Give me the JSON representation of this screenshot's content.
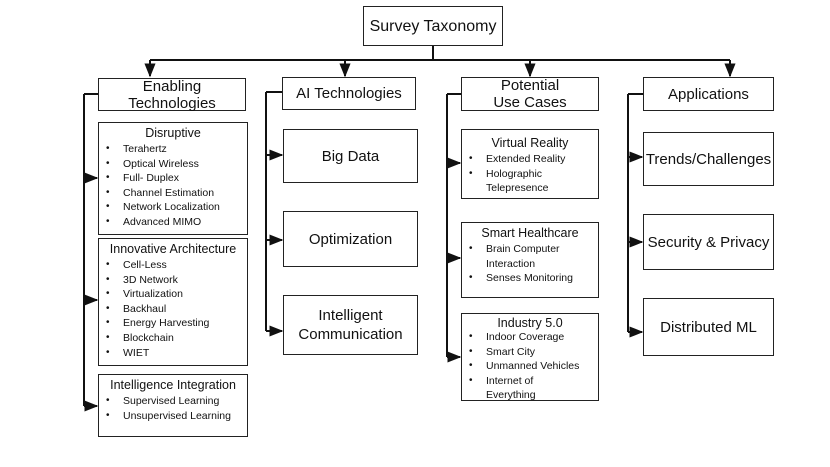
{
  "root": {
    "label": "Survey Taxonomy"
  },
  "columns": [
    {
      "header": "Enabling Technologies",
      "groups": [
        {
          "title": "Disruptive",
          "items": [
            "Terahertz",
            "Optical Wireless",
            "Full- Duplex",
            "Channel Estimation",
            "Network Localization",
            "Advanced MIMO"
          ]
        },
        {
          "title": "Innovative Architecture",
          "items": [
            "Cell-Less",
            "3D Network",
            "Virtualization",
            "Backhaul",
            "Energy Harvesting",
            "Blockchain",
            "WIET"
          ]
        },
        {
          "title": "Intelligence Integration",
          "items": [
            "Supervised Learning",
            "Unsupervised Learning"
          ]
        }
      ]
    },
    {
      "header": "AI Technologies",
      "children": [
        "Big Data",
        "Optimization",
        "Intelligent Communication"
      ]
    },
    {
      "header": "Potential Use Cases",
      "groups": [
        {
          "title": "Virtual Reality",
          "items": [
            "Extended Reality",
            "Holographic Telepresence"
          ]
        },
        {
          "title": "Smart Healthcare",
          "items": [
            "Brain Computer Interaction",
            "Senses Monitoring"
          ]
        },
        {
          "title": "Industry 5.0",
          "items": [
            "Indoor Coverage",
            "Smart City",
            "Unmanned Vehicles",
            "Internet of Everything"
          ]
        }
      ]
    },
    {
      "header": "Applications",
      "children": [
        "Trends/Challenges",
        "Security & Privacy",
        "Distributed ML"
      ]
    }
  ]
}
